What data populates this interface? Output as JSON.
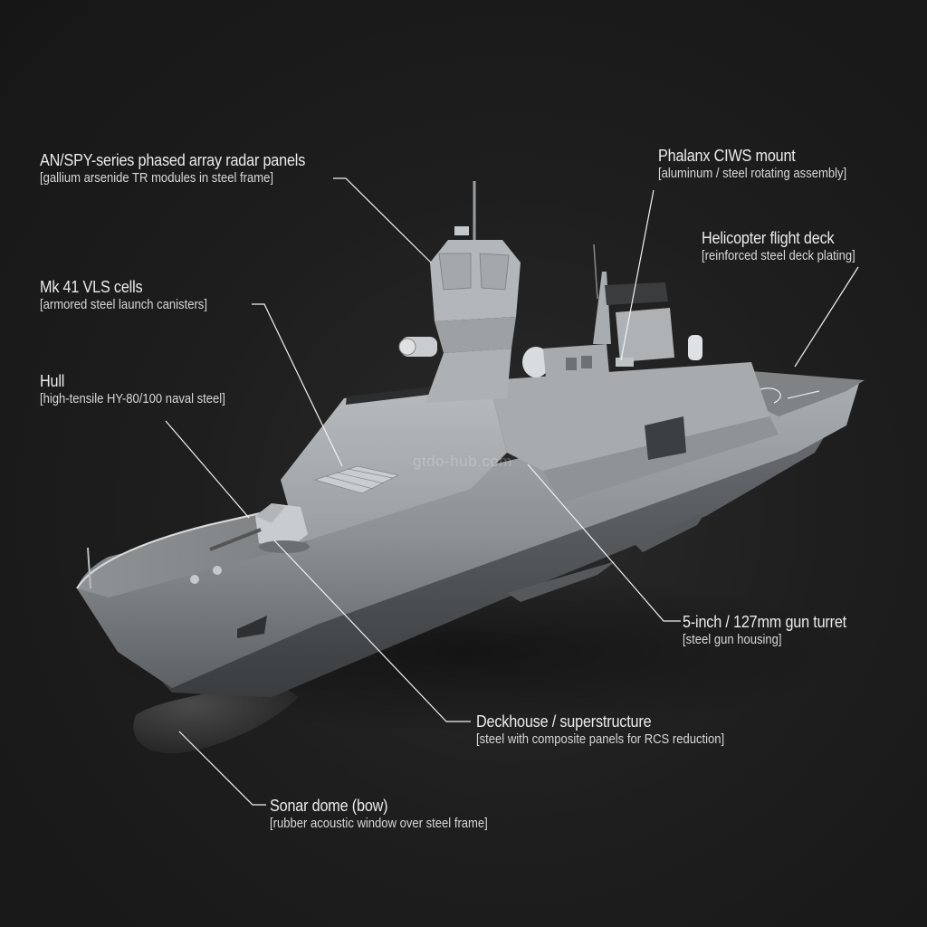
{
  "diagram": {
    "subject": "Naval frigate 3D model with material callouts",
    "background_color": "#1c1c1c",
    "text_color": "#ececec",
    "hull_color": "#9ea2a5",
    "watermark": "gtdo-hub.com",
    "callouts": [
      {
        "id": "radar",
        "title": "AN/SPY-series phased array radar panels",
        "material": "[gallium arsenide TR modules in steel frame]"
      },
      {
        "id": "vls",
        "title": "Mk 41 VLS cells",
        "material": "[armored steel launch canisters]"
      },
      {
        "id": "hull",
        "title": "Hull",
        "material": "[high-tensile HY-80/100 naval steel]"
      },
      {
        "id": "ciws",
        "title": "Phalanx CIWS mount",
        "material": "[aluminum / steel rotating assembly]"
      },
      {
        "id": "flight-deck",
        "title": "Helicopter flight deck",
        "material": "[reinforced steel deck plating]"
      },
      {
        "id": "gun",
        "title": "5-inch / 127mm gun turret",
        "material": "[steel gun housing]"
      },
      {
        "id": "deckhouse",
        "title": "Deckhouse / superstructure",
        "material": "[steel with composite panels for RCS reduction]"
      },
      {
        "id": "sonar",
        "title": "Sonar dome (bow)",
        "material": "[rubber acoustic window over steel frame]"
      }
    ]
  }
}
